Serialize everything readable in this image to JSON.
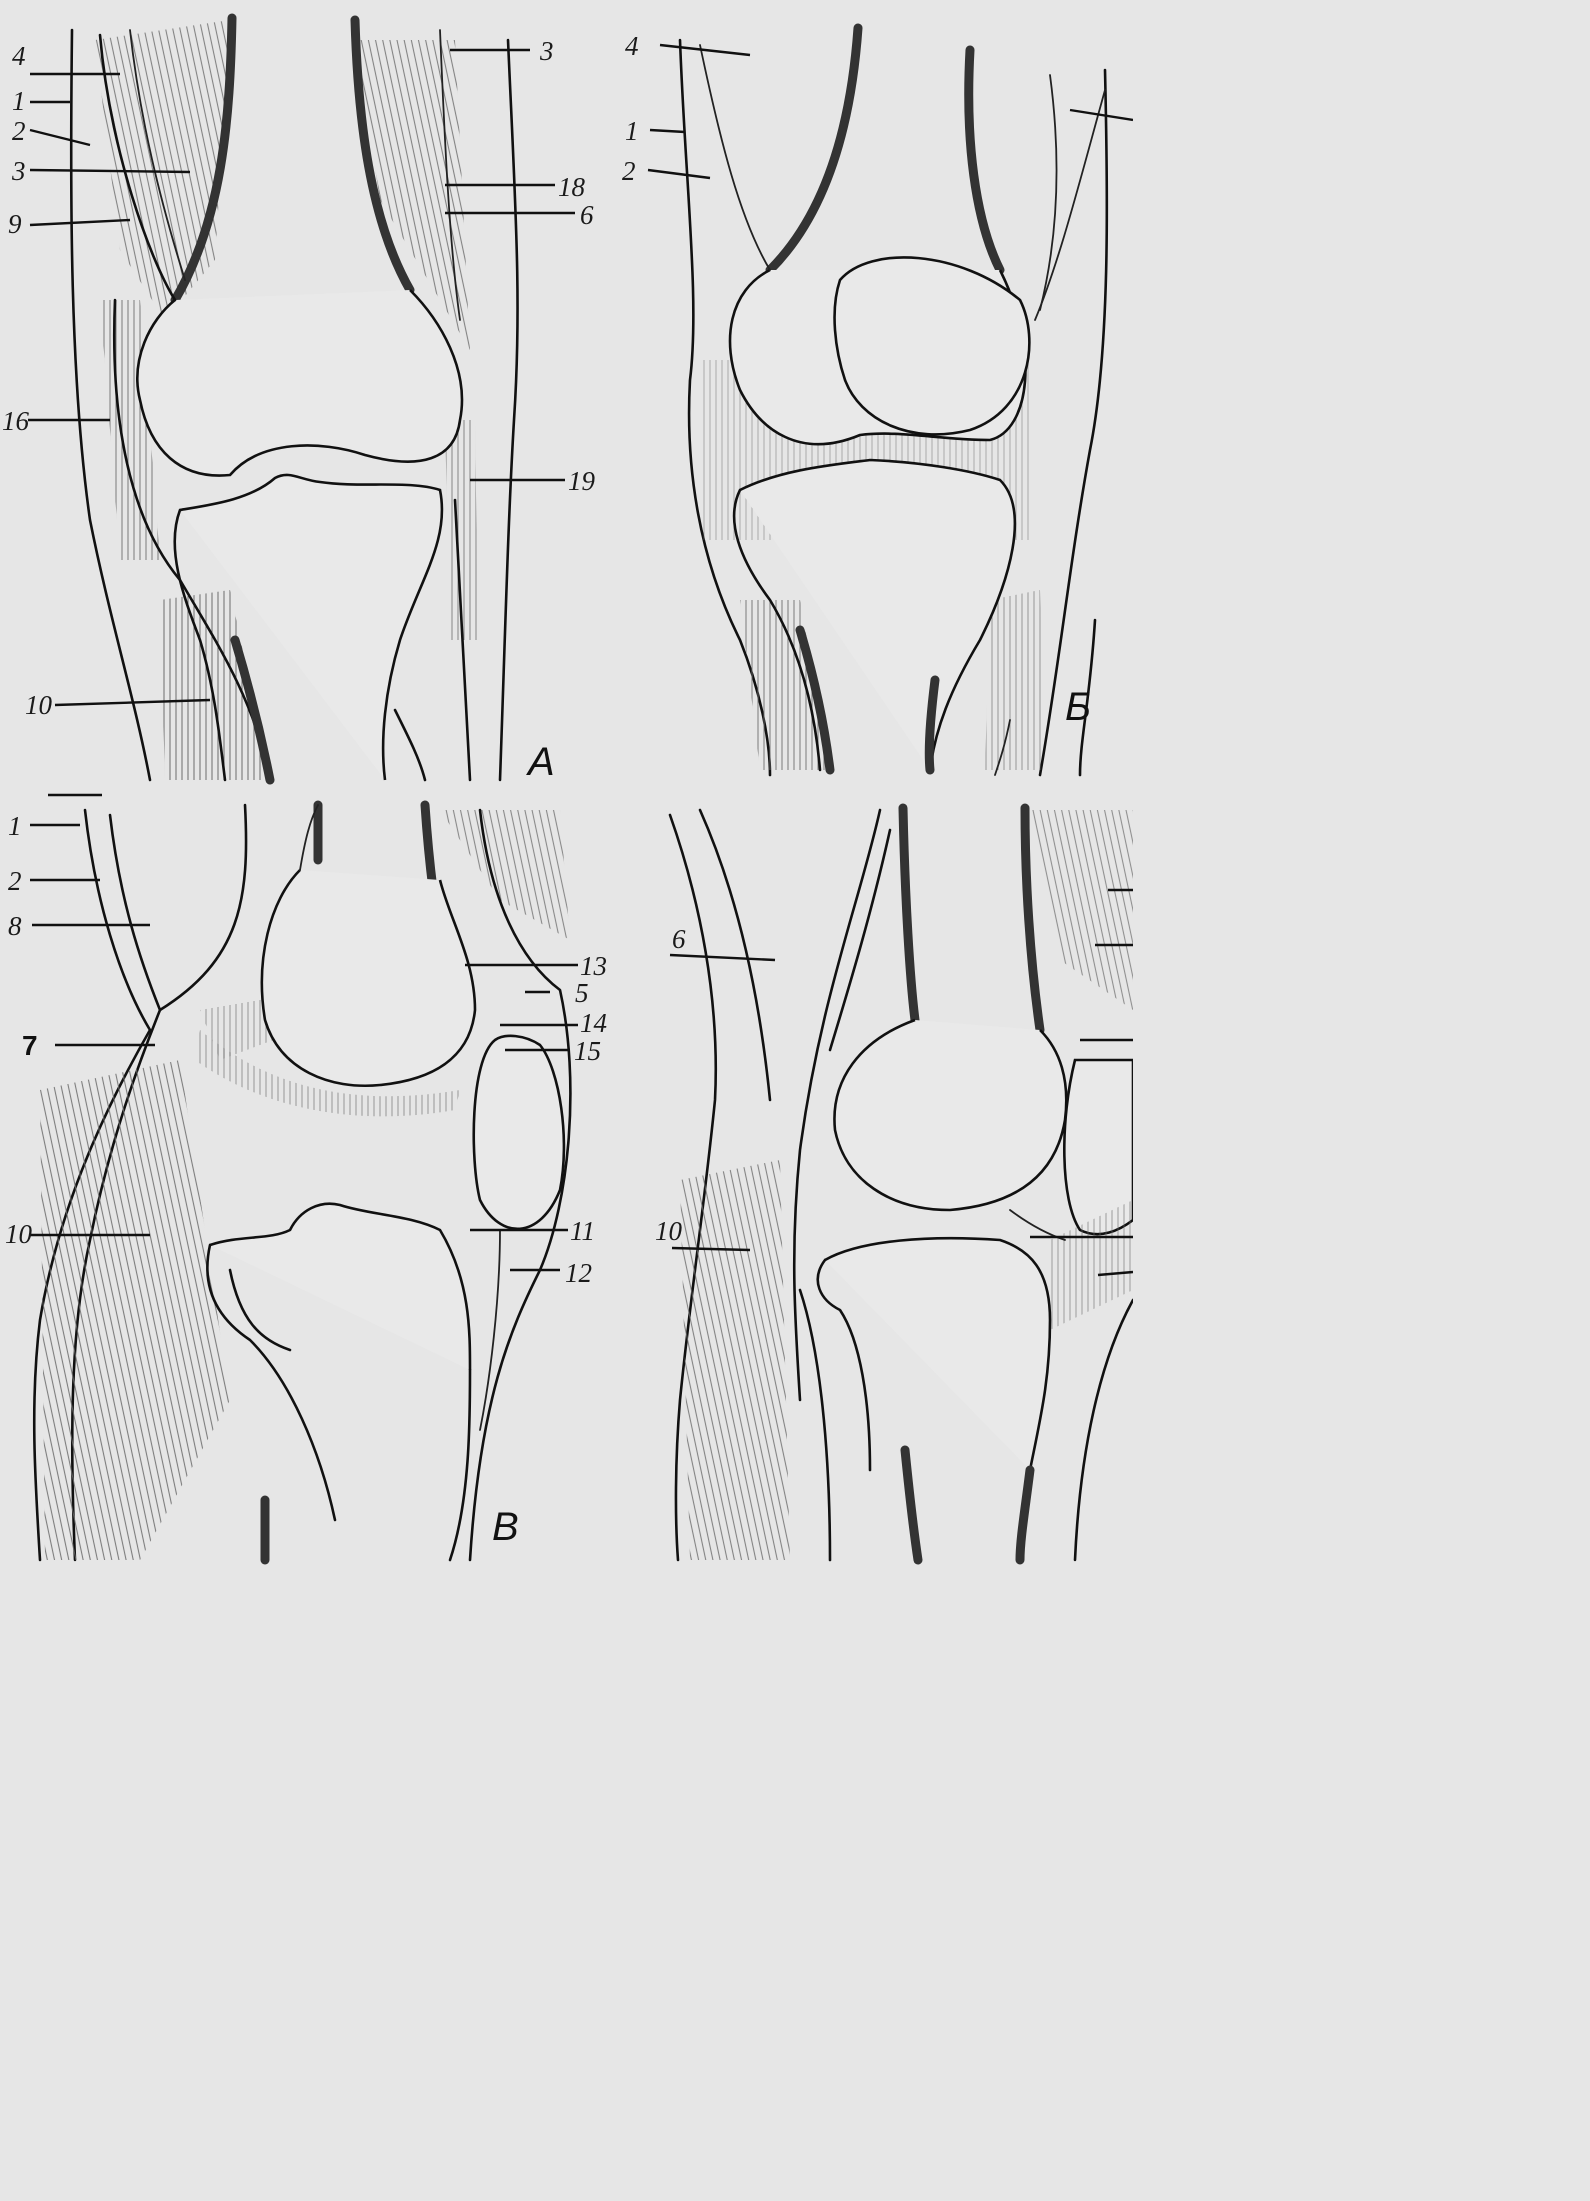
{
  "panels": [
    {
      "letter": "А",
      "labels": [
        "4",
        "1",
        "2",
        "3",
        "9",
        "16",
        "10",
        "3",
        "18",
        "6",
        "19"
      ]
    },
    {
      "letter": "Б",
      "labels": [
        "4",
        "1",
        "2"
      ]
    },
    {
      "letter": "В",
      "labels": [
        "1",
        "2",
        "8",
        "7",
        "10",
        "13",
        "5",
        "14",
        "15",
        "11",
        "12"
      ]
    },
    {
      "letter": "",
      "labels": [
        "6",
        "10"
      ]
    }
  ]
}
